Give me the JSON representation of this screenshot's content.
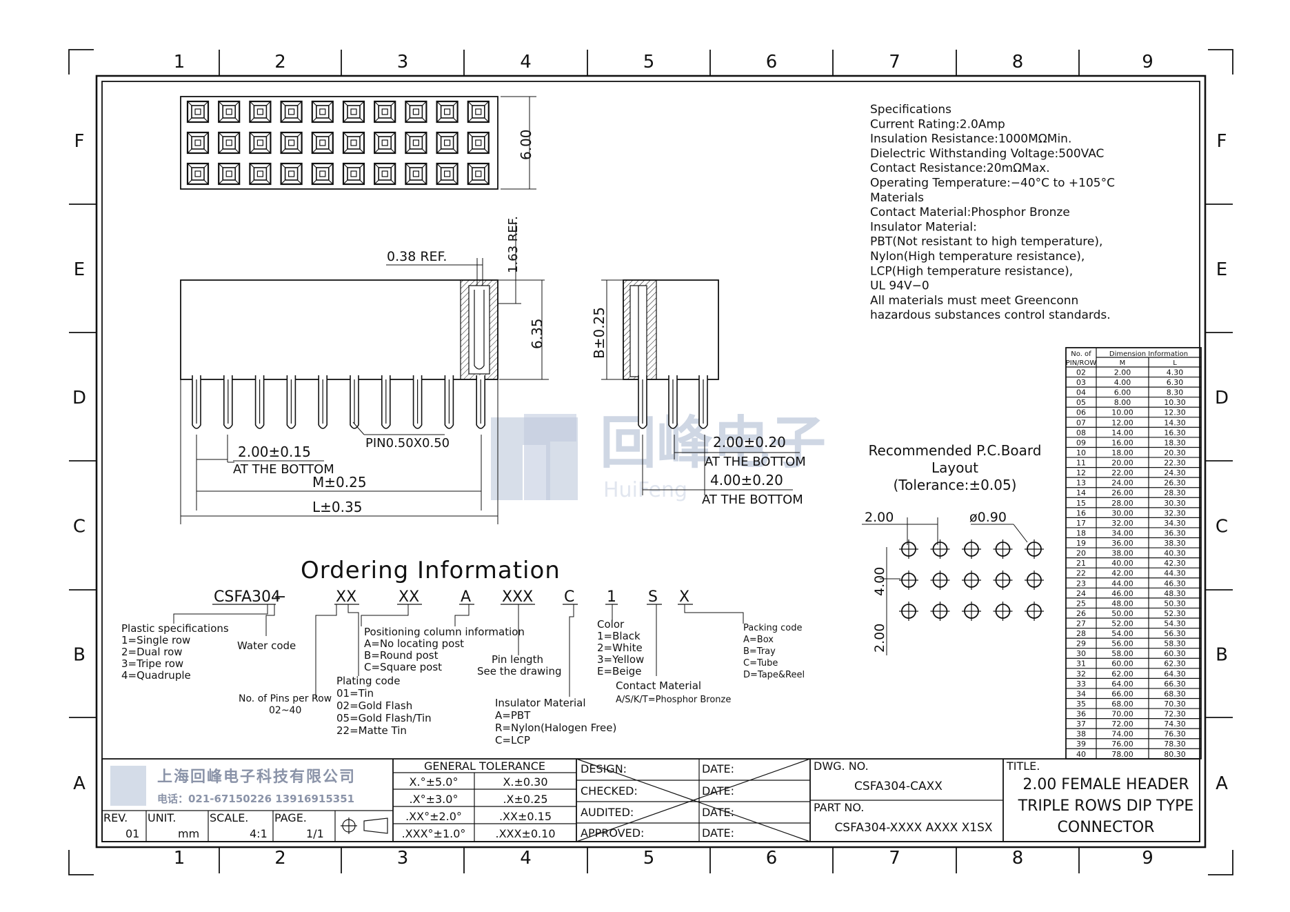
{
  "grid": {
    "cols": [
      "1",
      "2",
      "3",
      "4",
      "5",
      "6",
      "7",
      "8",
      "9"
    ],
    "rows": [
      "F",
      "E",
      "D",
      "C",
      "B",
      "A"
    ]
  },
  "specifications": {
    "lines": [
      "Specifications",
      "Current Rating:2.0Amp",
      "Insulation Resistance:1000MΩMin.",
      "Dielectric Withstanding Voltage:500VAC",
      "Contact Resistance:20mΩMax.",
      "Operating Temperature:−40°C to +105°C",
      "Materials",
      "Contact Material:Phosphor Bronze",
      "Insulator Material:",
      "PBT(Not resistant to high temperature),",
      "Nylon(High temperature resistance),",
      "LCP(High temperature resistance),",
      "UL 94V−0",
      "All materials must meet Greenconn",
      "hazardous substances control standards."
    ]
  },
  "dimensions": {
    "top_height": "6.00",
    "ref_038": "0.38 REF.",
    "ref_163": "1.63 REF.",
    "h_635": "6.35",
    "pitch": "2.00±0.15",
    "pitch_note": "AT THE BOTTOM",
    "pin": "PIN0.50X0.50",
    "m": "M±0.25",
    "l": "L±0.35",
    "b": "B±0.25",
    "side_pitch": "2.00±0.20",
    "side_pitch_note": "AT THE BOTTOM",
    "side_span": "4.00±0.20",
    "side_span_note": "AT THE BOTTOM"
  },
  "pcb_layout": {
    "title_lines": [
      "Recommended P.C.Board",
      "Layout",
      "(Tolerance:±0.05)"
    ],
    "pitch_x": "2.00",
    "hole": "ø0.90",
    "pitch_y": "4.00",
    "pitch_y2": "2.00"
  },
  "watermark": {
    "cn": "回峰电子",
    "en": "HuiFeng"
  },
  "ordering": {
    "title": "Ordering Information",
    "code_parts": [
      "CSFA304",
      "−",
      "XX",
      "XX",
      "A",
      "XXX",
      "C",
      "1",
      "S",
      "X"
    ],
    "plastic": [
      "Plastic specifications",
      "1=Single row",
      "2=Dual row",
      "3=Tripe row",
      "4=Quadruple"
    ],
    "water": "Water code",
    "pins": [
      "No. of Pins per Row",
      "02~40"
    ],
    "plating": [
      "Plating code",
      "01=Tin",
      "02=Gold Flash",
      "05=Gold Flash/Tin",
      "22=Matte Tin"
    ],
    "positioning": [
      "Positioning column information",
      "A=No locating post",
      "B=Round post",
      "C=Square post"
    ],
    "pinlen": [
      "Pin length",
      "See the drawing"
    ],
    "insulator": [
      "Insulator Material",
      "A=PBT",
      "R=Nylon(Halogen Free)",
      "C=LCP"
    ],
    "color": [
      "Color",
      "1=Black",
      "2=White",
      "3=Yellow",
      "E=Beige"
    ],
    "contact": [
      "Contact Material",
      "A/S/K/T=Phosphor Bronze"
    ],
    "packing": [
      "Packing code",
      "A=Box",
      "B=Tray",
      "C=Tube",
      "D=Tape&Reel"
    ]
  },
  "dim_table": {
    "header_pins": [
      "No. of",
      "PIN/ROW"
    ],
    "header_info": "Dimension Information",
    "header_m": "M",
    "header_l": "L",
    "rows": [
      [
        "02",
        "2.00",
        "4.30"
      ],
      [
        "03",
        "4.00",
        "6.30"
      ],
      [
        "04",
        "6.00",
        "8.30"
      ],
      [
        "05",
        "8.00",
        "10.30"
      ],
      [
        "06",
        "10.00",
        "12.30"
      ],
      [
        "07",
        "12.00",
        "14.30"
      ],
      [
        "08",
        "14.00",
        "16.30"
      ],
      [
        "09",
        "16.00",
        "18.30"
      ],
      [
        "10",
        "18.00",
        "20.30"
      ],
      [
        "11",
        "20.00",
        "22.30"
      ],
      [
        "12",
        "22.00",
        "24.30"
      ],
      [
        "13",
        "24.00",
        "26.30"
      ],
      [
        "14",
        "26.00",
        "28.30"
      ],
      [
        "15",
        "28.00",
        "30.30"
      ],
      [
        "16",
        "30.00",
        "32.30"
      ],
      [
        "17",
        "32.00",
        "34.30"
      ],
      [
        "18",
        "34.00",
        "36.30"
      ],
      [
        "19",
        "36.00",
        "38.30"
      ],
      [
        "20",
        "38.00",
        "40.30"
      ],
      [
        "21",
        "40.00",
        "42.30"
      ],
      [
        "22",
        "42.00",
        "44.30"
      ],
      [
        "23",
        "44.00",
        "46.30"
      ],
      [
        "24",
        "46.00",
        "48.30"
      ],
      [
        "25",
        "48.00",
        "50.30"
      ],
      [
        "26",
        "50.00",
        "52.30"
      ],
      [
        "27",
        "52.00",
        "54.30"
      ],
      [
        "28",
        "54.00",
        "56.30"
      ],
      [
        "29",
        "56.00",
        "58.30"
      ],
      [
        "30",
        "58.00",
        "60.30"
      ],
      [
        "31",
        "60.00",
        "62.30"
      ],
      [
        "32",
        "62.00",
        "64.30"
      ],
      [
        "33",
        "64.00",
        "66.30"
      ],
      [
        "34",
        "66.00",
        "68.30"
      ],
      [
        "35",
        "68.00",
        "70.30"
      ],
      [
        "36",
        "70.00",
        "72.30"
      ],
      [
        "37",
        "72.00",
        "74.30"
      ],
      [
        "38",
        "74.00",
        "76.30"
      ],
      [
        "39",
        "76.00",
        "78.30"
      ],
      [
        "40",
        "78.00",
        "80.30"
      ]
    ]
  },
  "title_block": {
    "company_cn": "上海回峰电子科技有限公司",
    "phone": "电话：021-67150226  13916915351",
    "rev_label": "REV.",
    "rev": "01",
    "unit_label": "UNIT.",
    "unit": "mm",
    "scale_label": "SCALE.",
    "scale": "4:1",
    "page_label": "PAGE.",
    "page": "1/1",
    "tol_title": "GENERAL TOLERANCE",
    "tol": [
      [
        "X.°±5.0°",
        "X.±0.30"
      ],
      [
        ".X°±3.0°",
        ".X±0.25"
      ],
      [
        ".XX°±2.0°",
        ".XX±0.15"
      ],
      [
        ".XXX°±1.0°",
        ".XXX±0.10"
      ]
    ],
    "design": "DESIGN:",
    "checked": "CHECKED:",
    "audited": "AUDITED:",
    "approved": "APPROVED:",
    "date": "DATE:",
    "dwg_label": "DWG. NO.",
    "dwg": "CSFA304-CAXX",
    "part_label": "PART NO.",
    "part": "CSFA304-XXXX AXXX X1SX",
    "title_label": "TITLE.",
    "title_lines": [
      "2.00 FEMALE HEADER",
      "TRIPLE ROWS DIP TYPE",
      "CONNECTOR"
    ]
  }
}
